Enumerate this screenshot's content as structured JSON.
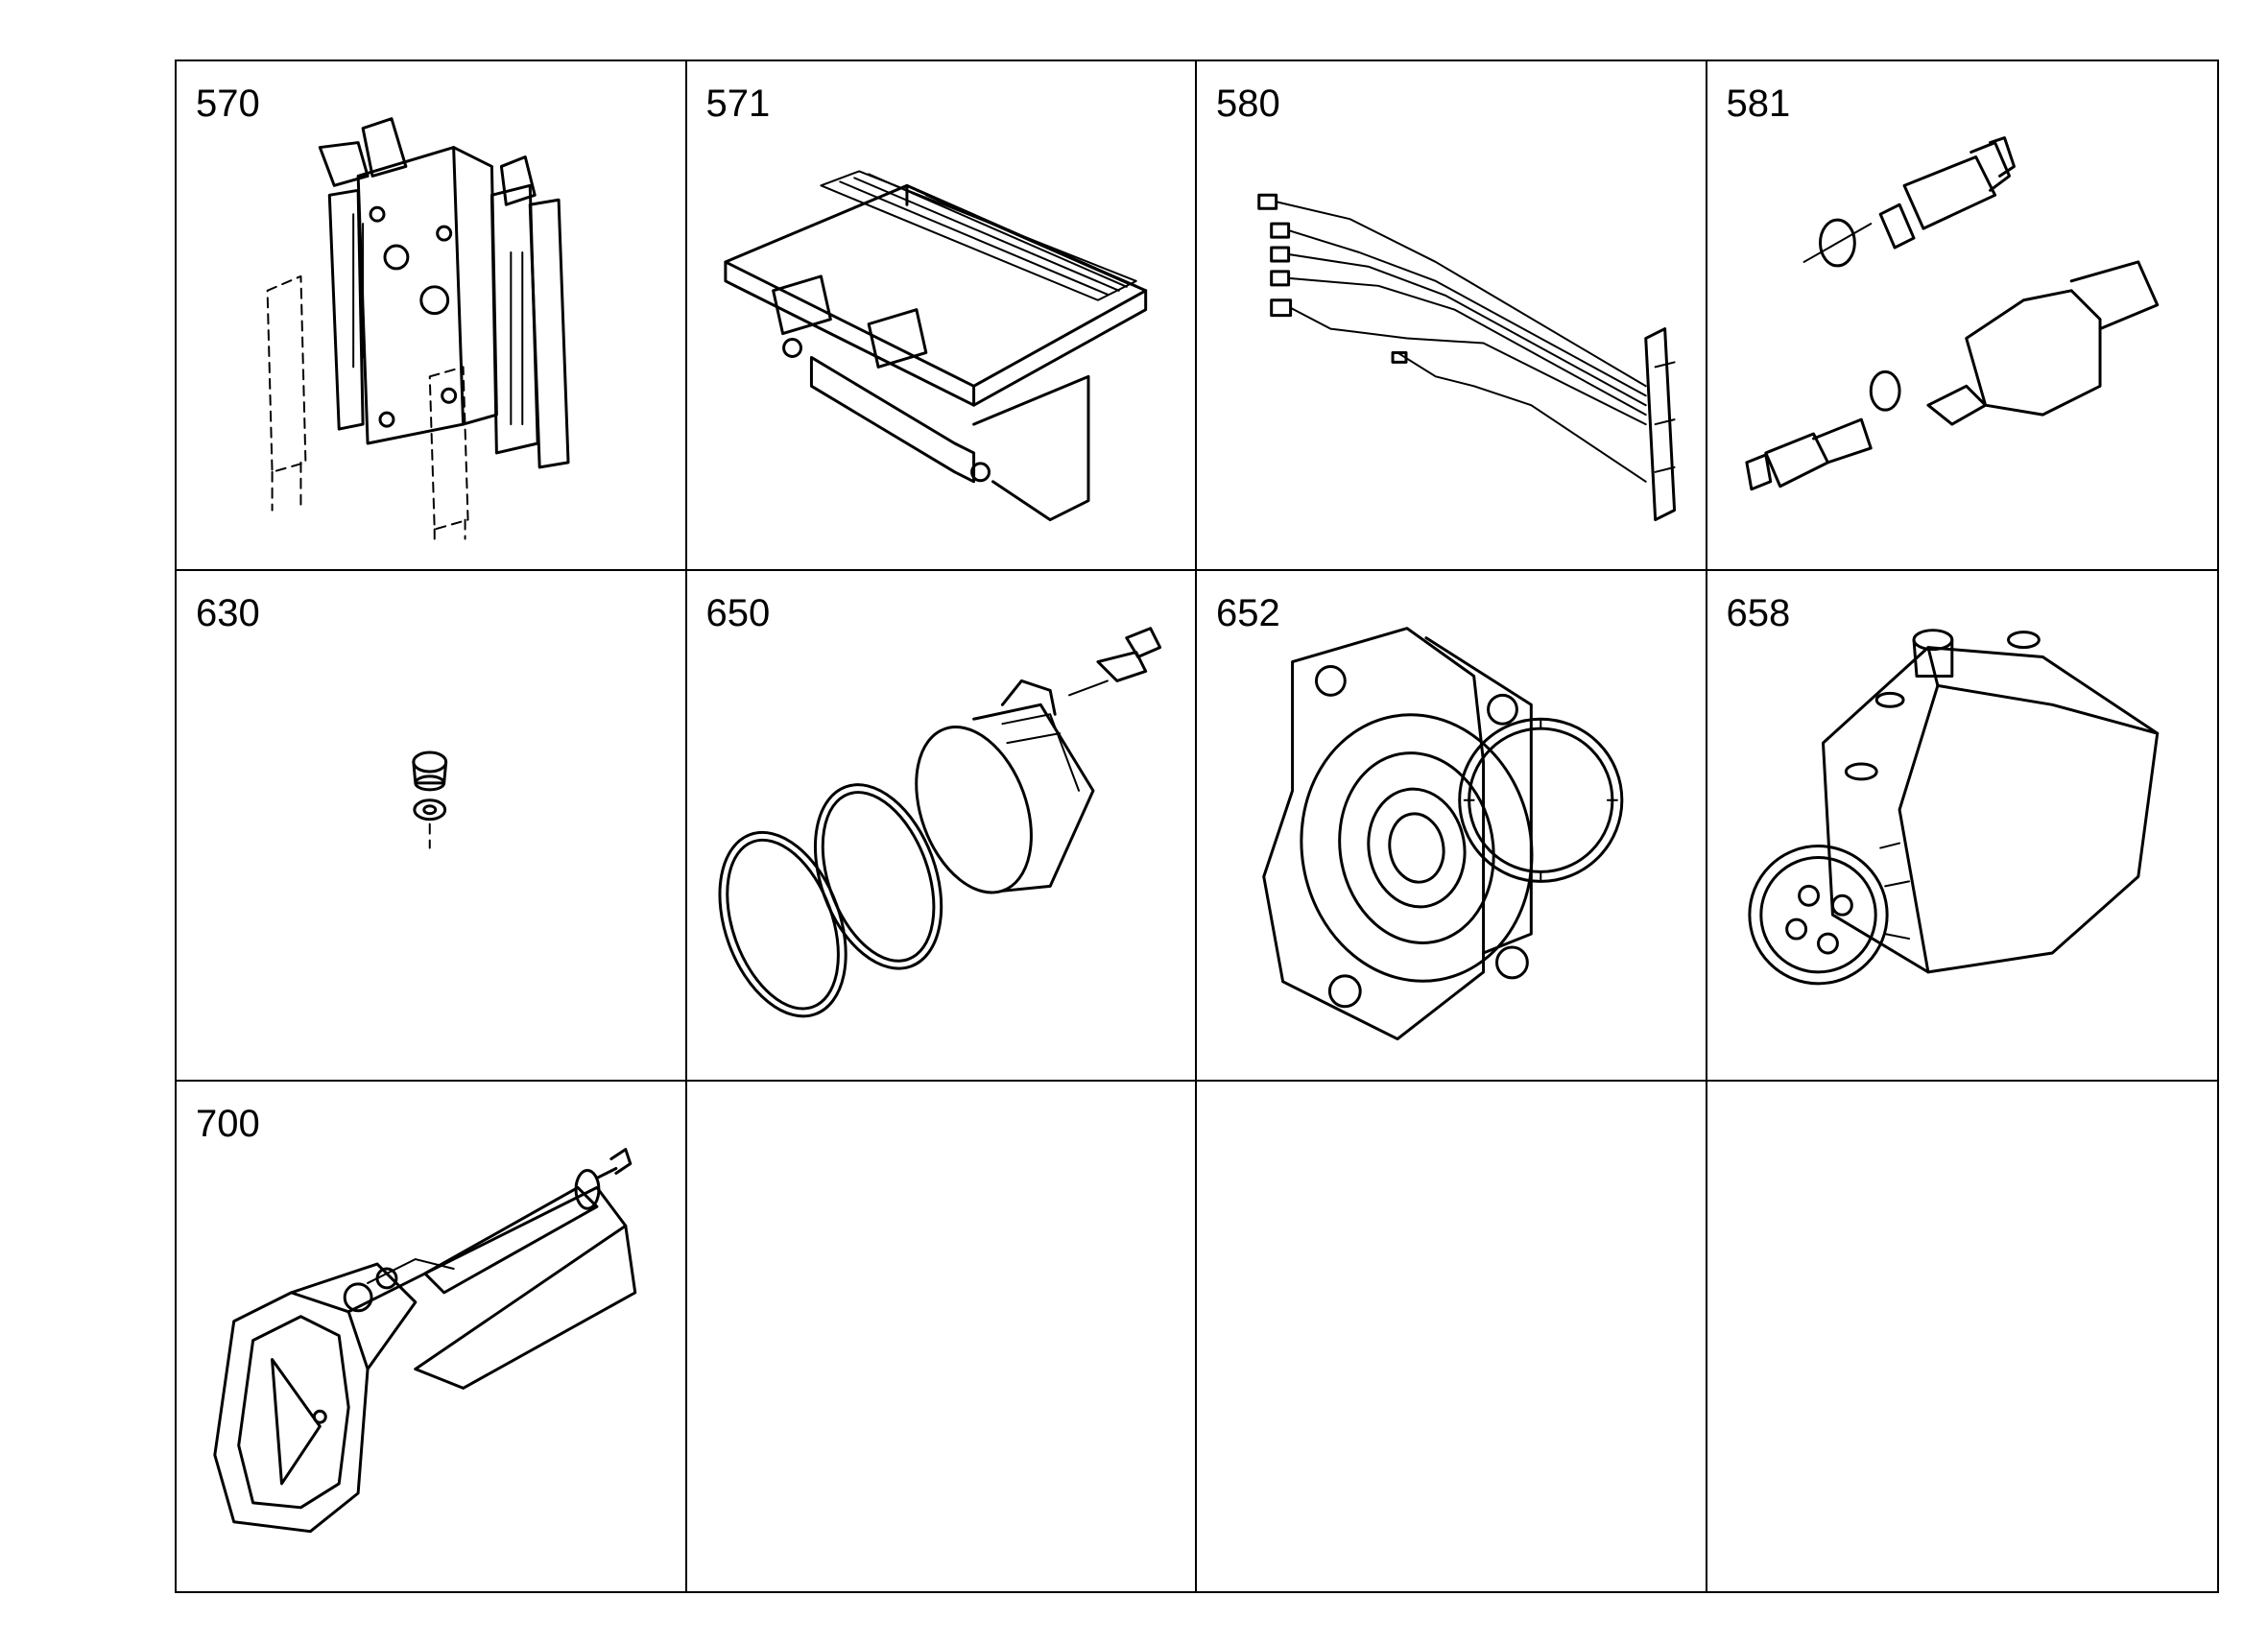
{
  "cells": [
    {
      "number": "570",
      "icon": "ecu-bracket-assembly-icon"
    },
    {
      "number": "571",
      "icon": "control-unit-icon"
    },
    {
      "number": "580",
      "icon": "wiring-harness-icon"
    },
    {
      "number": "581",
      "icon": "sensor-kit-icon"
    },
    {
      "number": "630",
      "icon": "plug-and-washer-icon"
    },
    {
      "number": "650",
      "icon": "flange-and-o-rings-icon"
    },
    {
      "number": "652",
      "icon": "gear-pump-housing-icon"
    },
    {
      "number": "658",
      "icon": "injection-pump-icon"
    },
    {
      "number": "700",
      "icon": "actuator-housing-icon"
    },
    {
      "number": "",
      "icon": ""
    },
    {
      "number": "",
      "icon": ""
    },
    {
      "number": "",
      "icon": ""
    }
  ]
}
